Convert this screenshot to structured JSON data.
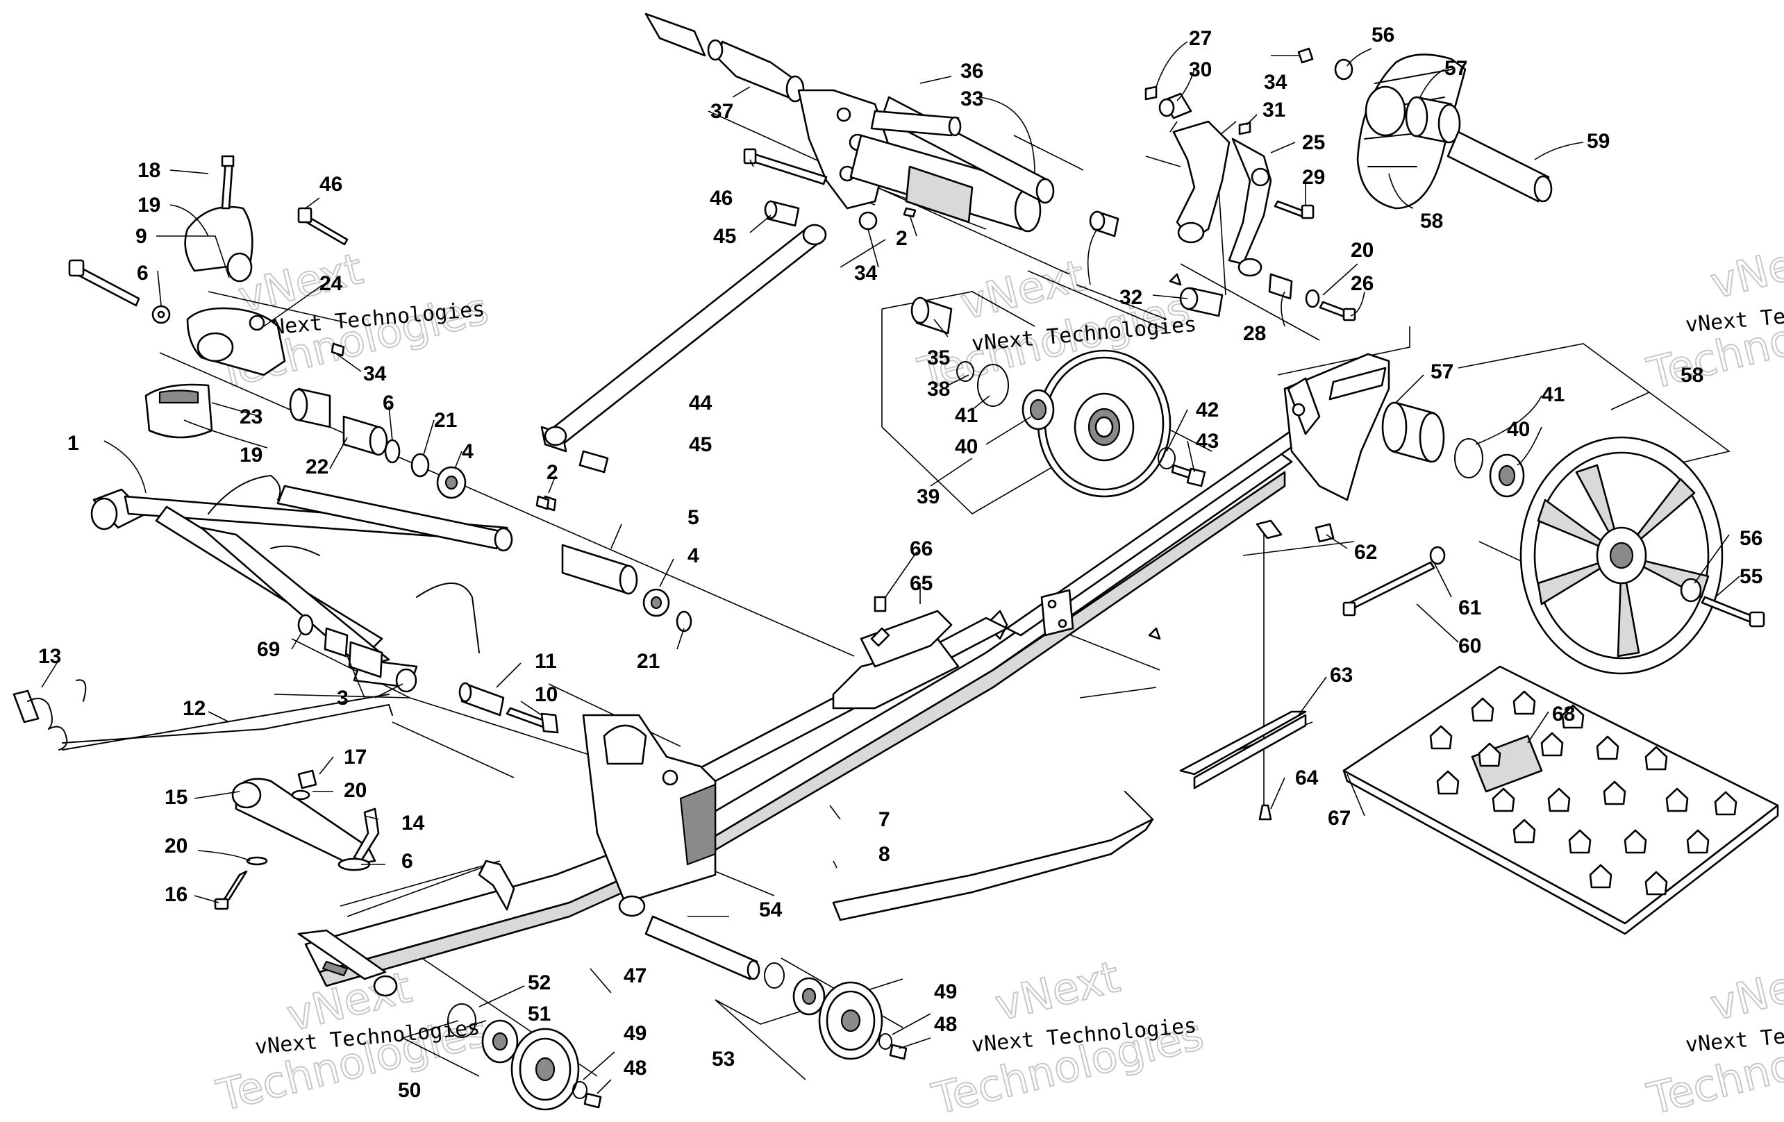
{
  "diagram": {
    "callouts": [
      {
        "id": "c1",
        "text": "1"
      },
      {
        "id": "c2a",
        "text": "2"
      },
      {
        "id": "c2b",
        "text": "2"
      },
      {
        "id": "c3",
        "text": "3"
      },
      {
        "id": "c4a",
        "text": "4"
      },
      {
        "id": "c4b",
        "text": "4"
      },
      {
        "id": "c5",
        "text": "5"
      },
      {
        "id": "c6a",
        "text": "6"
      },
      {
        "id": "c6b",
        "text": "6"
      },
      {
        "id": "c6c",
        "text": "6"
      },
      {
        "id": "c7",
        "text": "7"
      },
      {
        "id": "c8",
        "text": "8"
      },
      {
        "id": "c9",
        "text": "9"
      },
      {
        "id": "c10",
        "text": "10"
      },
      {
        "id": "c11",
        "text": "11"
      },
      {
        "id": "c12",
        "text": "12"
      },
      {
        "id": "c13",
        "text": "13"
      },
      {
        "id": "c14",
        "text": "14"
      },
      {
        "id": "c15",
        "text": "15"
      },
      {
        "id": "c16",
        "text": "16"
      },
      {
        "id": "c17",
        "text": "17"
      },
      {
        "id": "c18",
        "text": "18"
      },
      {
        "id": "c19a",
        "text": "19"
      },
      {
        "id": "c19b",
        "text": "19"
      },
      {
        "id": "c20a",
        "text": "20"
      },
      {
        "id": "c20b",
        "text": "20"
      },
      {
        "id": "c20c",
        "text": "20"
      },
      {
        "id": "c21a",
        "text": "21"
      },
      {
        "id": "c21b",
        "text": "21"
      },
      {
        "id": "c22",
        "text": "22"
      },
      {
        "id": "c23",
        "text": "23"
      },
      {
        "id": "c24",
        "text": "24"
      },
      {
        "id": "c25",
        "text": "25"
      },
      {
        "id": "c26",
        "text": "26"
      },
      {
        "id": "c27",
        "text": "27"
      },
      {
        "id": "c28",
        "text": "28"
      },
      {
        "id": "c29",
        "text": "29"
      },
      {
        "id": "c30",
        "text": "30"
      },
      {
        "id": "c31",
        "text": "31"
      },
      {
        "id": "c32",
        "text": "32"
      },
      {
        "id": "c33",
        "text": "33"
      },
      {
        "id": "c34a",
        "text": "34"
      },
      {
        "id": "c34b",
        "text": "34"
      },
      {
        "id": "c34c",
        "text": "34"
      },
      {
        "id": "c35",
        "text": "35"
      },
      {
        "id": "c36",
        "text": "36"
      },
      {
        "id": "c37",
        "text": "37"
      },
      {
        "id": "c38",
        "text": "38"
      },
      {
        "id": "c39",
        "text": "39"
      },
      {
        "id": "c40a",
        "text": "40"
      },
      {
        "id": "c40b",
        "text": "40"
      },
      {
        "id": "c41a",
        "text": "41"
      },
      {
        "id": "c41b",
        "text": "41"
      },
      {
        "id": "c42",
        "text": "42"
      },
      {
        "id": "c43",
        "text": "43"
      },
      {
        "id": "c44",
        "text": "44"
      },
      {
        "id": "c45a",
        "text": "45"
      },
      {
        "id": "c45b",
        "text": "45"
      },
      {
        "id": "c46a",
        "text": "46"
      },
      {
        "id": "c46b",
        "text": "46"
      },
      {
        "id": "c47",
        "text": "47"
      },
      {
        "id": "c48a",
        "text": "48"
      },
      {
        "id": "c48b",
        "text": "48"
      },
      {
        "id": "c49a",
        "text": "49"
      },
      {
        "id": "c49b",
        "text": "49"
      },
      {
        "id": "c50",
        "text": "50"
      },
      {
        "id": "c51",
        "text": "51"
      },
      {
        "id": "c52",
        "text": "52"
      },
      {
        "id": "c53",
        "text": "53"
      },
      {
        "id": "c54",
        "text": "54"
      },
      {
        "id": "c55",
        "text": "55"
      },
      {
        "id": "c56a",
        "text": "56"
      },
      {
        "id": "c56b",
        "text": "56"
      },
      {
        "id": "c57a",
        "text": "57"
      },
      {
        "id": "c57b",
        "text": "57"
      },
      {
        "id": "c58a",
        "text": "58"
      },
      {
        "id": "c58b",
        "text": "58"
      },
      {
        "id": "c59",
        "text": "59"
      },
      {
        "id": "c60",
        "text": "60"
      },
      {
        "id": "c61",
        "text": "61"
      },
      {
        "id": "c62",
        "text": "62"
      },
      {
        "id": "c63",
        "text": "63"
      },
      {
        "id": "c64",
        "text": "64"
      },
      {
        "id": "c65",
        "text": "65"
      },
      {
        "id": "c66",
        "text": "66"
      },
      {
        "id": "c67",
        "text": "67"
      },
      {
        "id": "c68",
        "text": "68"
      },
      {
        "id": "c69",
        "text": "69"
      }
    ]
  },
  "watermark": {
    "brand": "vNext",
    "company": "vNext Technologies",
    "word": "Technologies"
  }
}
